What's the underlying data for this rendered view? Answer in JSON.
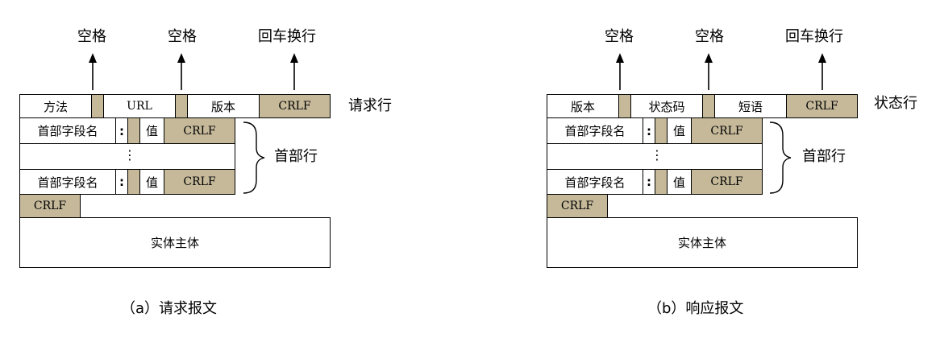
{
  "request": {
    "arrow_labels": [
      "空格",
      "空格",
      "回车换行"
    ],
    "line": {
      "method": "方法",
      "url": "URL",
      "version": "版本",
      "crlf": "CRLF"
    },
    "line_label": "请求行",
    "header": {
      "name": "首部字段名",
      "colon": ":",
      "value": "值",
      "crlf": "CRLF",
      "ellipsis": "⋮"
    },
    "header_label": "首部行",
    "blank_crlf": "CRLF",
    "body": "实体主体",
    "caption": "（a）请求报文"
  },
  "response": {
    "arrow_labels": [
      "空格",
      "空格",
      "回车换行"
    ],
    "line": {
      "version": "版本",
      "status_code": "状态码",
      "phrase": "短语",
      "crlf": "CRLF"
    },
    "line_label": "状态行",
    "header": {
      "name": "首部字段名",
      "colon": ":",
      "value": "值",
      "crlf": "CRLF",
      "ellipsis": "⋮"
    },
    "header_label": "首部行",
    "blank_crlf": "CRLF",
    "body": "实体主体",
    "caption": "（b）响应报文"
  }
}
